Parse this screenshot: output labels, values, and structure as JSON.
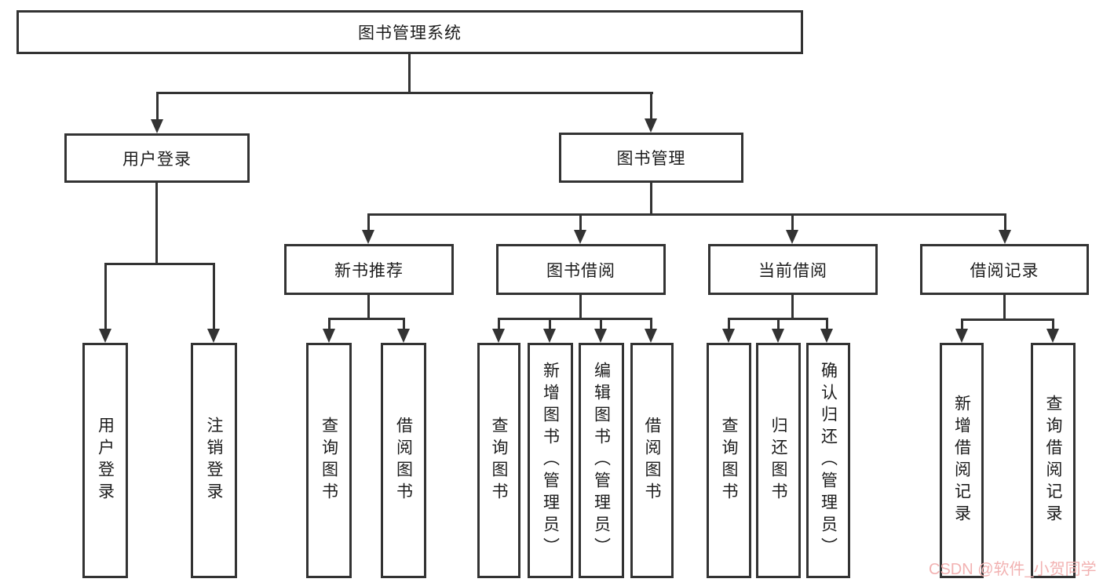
{
  "diagram": {
    "title": "图书管理系统",
    "root": {
      "label": "图书管理系统"
    },
    "level2": [
      {
        "label": "用户登录"
      },
      {
        "label": "图书管理"
      }
    ],
    "level3": [
      {
        "label": "新书推荐"
      },
      {
        "label": "图书借阅"
      },
      {
        "label": "当前借阅"
      },
      {
        "label": "借阅记录"
      }
    ],
    "leaves": {
      "user_login": [
        "用户登录",
        "注销登录"
      ],
      "new_books": [
        "查询图书",
        "借阅图书"
      ],
      "book_borrow": [
        "查询图书",
        "新增图书（管理员）",
        "编辑图书（管理员）",
        "借阅图书"
      ],
      "current_borrow": [
        "查询图书",
        "归还图书",
        "确认归还（管理员）"
      ],
      "borrow_records": [
        "新增借阅记录",
        "查询借阅记录"
      ]
    },
    "watermark": "CSDN @软件_小贺同学",
    "colors": {
      "line": "#333333",
      "text": "#1c1c1c",
      "background": "#ffffff",
      "watermark": "#f2b2b2"
    }
  }
}
